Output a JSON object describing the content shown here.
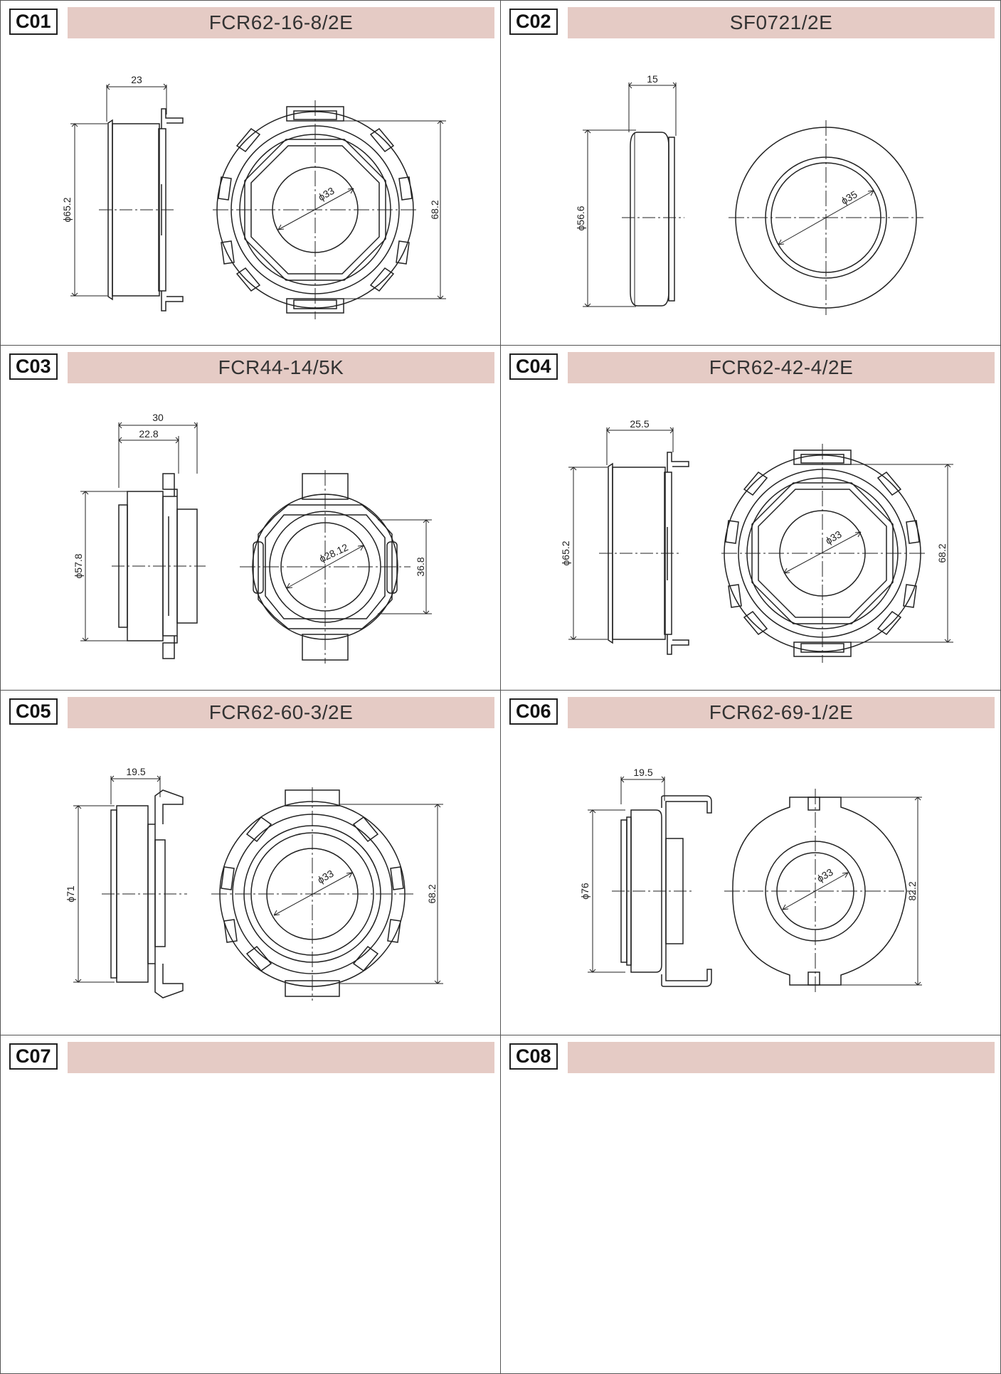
{
  "cells": [
    {
      "code": "C01",
      "title": "FCR62-16-8/2E",
      "dims": {
        "width": "23",
        "diameter": "ϕ65.2",
        "bore": "ϕ33",
        "height": "68.2"
      }
    },
    {
      "code": "C02",
      "title": "SF0721/2E",
      "dims": {
        "width": "15",
        "diameter": "ϕ56.6",
        "bore": "ϕ35"
      }
    },
    {
      "code": "C03",
      "title": "FCR44-14/5K",
      "dims": {
        "width": "30",
        "width_inner": "22.8",
        "diameter": "ϕ57.8",
        "bore": "ϕ28.12",
        "height": "36.8"
      }
    },
    {
      "code": "C04",
      "title": "FCR62-42-4/2E",
      "dims": {
        "width": "25.5",
        "diameter": "ϕ65.2",
        "bore": "ϕ33",
        "height": "68.2"
      }
    },
    {
      "code": "C05",
      "title": "FCR62-60-3/2E",
      "dims": {
        "width": "19.5",
        "diameter": "ϕ71",
        "bore": "ϕ33",
        "height": "68.2"
      }
    },
    {
      "code": "C06",
      "title": "FCR62-69-1/2E",
      "dims": {
        "width": "19.5",
        "diameter": "ϕ76",
        "bore": "ϕ33",
        "height": "82.2"
      }
    },
    {
      "code": "C07",
      "title": ""
    },
    {
      "code": "C08",
      "title": ""
    }
  ]
}
